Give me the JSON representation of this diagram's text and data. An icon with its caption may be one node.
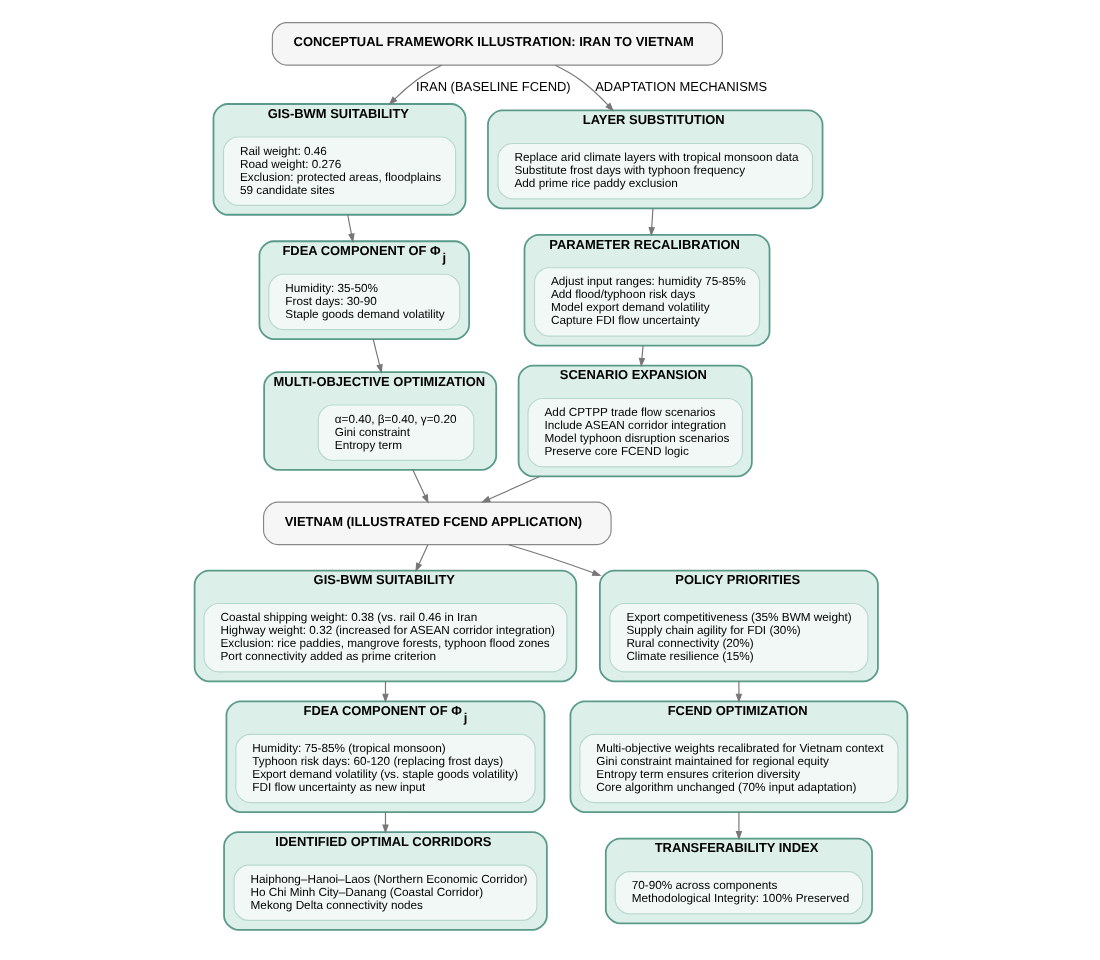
{
  "diagram": {
    "nodes": [
      {
        "text": [
          "CONCEPTUAL FRAMEWORK ILLUSTRATION: IRAN TO VIETNAM"
        ]
      },
      {
        "text": [
          "GIS-BWM SUITABILITY"
        ]
      },
      {
        "text": [
          "Rail weight: 0.46",
          "Road weight: 0.276",
          "Exclusion: protected areas, floodplains",
          "59 candidate sites"
        ],
        "in": 1
      },
      {
        "text": [
          "FDEA COMPONENT OF Φ$_{j}$"
        ]
      },
      {
        "text": [
          "Humidity: 35-50%",
          "Frost days: 30-90",
          "Staple goods demand volatility"
        ],
        "in": 3
      },
      {
        "text": [
          "MULTI-OBJECTIVE OPTIMIZATION"
        ]
      },
      {
        "text": [
          "α=0.40, β=0.40, γ=0.20",
          "Gini constraint",
          "Entropy term"
        ],
        "in": 5
      },
      {
        "text": [
          "LAYER SUBSTITUTION"
        ]
      },
      {
        "text": [
          "Replace arid climate layers with tropical monsoon data",
          "Substitute frost days with typhoon frequency",
          "Add prime rice paddy exclusion"
        ],
        "in": 7
      },
      {
        "text": [
          "PARAMETER RECALIBRATION"
        ]
      },
      {
        "text": [
          "Adjust input ranges: humidity 75-85%",
          "Add flood/typhoon risk days",
          "Model export demand volatility",
          "Capture FDI flow uncertainty"
        ],
        "in": 9
      },
      {
        "text": [
          "SCENARIO EXPANSION"
        ]
      },
      {
        "text": [
          "Add CPTPP trade flow scenarios",
          "Include ASEAN corridor integration",
          "Model typhoon disruption scenarios",
          "Preserve core FCEND logic"
        ],
        "in": 11
      },
      {
        "text": [
          "VIETNAM (ILLUSTRATED FCEND APPLICATION)"
        ]
      },
      {
        "text": [
          "GIS-BWM SUITABILITY"
        ]
      },
      {
        "text": [
          "Coastal shipping weight: 0.38 (vs. rail 0.46 in Iran",
          "Highway weight: 0.32 (increased for ASEAN corridor integration)",
          "Exclusion: rice paddies, mangrove forests, typhoon flood zones",
          "Port connectivity added as prime criterion"
        ],
        "in": 14
      },
      {
        "text": [
          "FDEA COMPONENT OF Φ$_{j}$"
        ]
      },
      {
        "text": [
          "Humidity: 75-85% (tropical monsoon)",
          "Typhoon risk days: 60-120 (replacing frost days)",
          "Export demand volatility (vs. staple goods volatility)",
          "FDI flow uncertainty as new input"
        ],
        "in": 16
      },
      {
        "text": [
          "IDENTIFIED OPTIMAL CORRIDORS"
        ]
      },
      {
        "text": [
          "Haiphong–Hanoi–Laos (Northern Economic Corridor)",
          "Ho Chi Minh City–Danang (Coastal Corridor)",
          "Mekong Delta connectivity nodes"
        ],
        "in": 18
      },
      {
        "text": [
          "POLICY PRIORITIES"
        ]
      },
      {
        "text": [
          "Export competitiveness (35% BWM weight)",
          "Supply chain agility for FDI (30%)",
          "Rural connectivity (20%)",
          "Climate resilience (15%)"
        ],
        "in": 20
      },
      {
        "text": [
          "FCEND OPTIMIZATION"
        ]
      },
      {
        "text": [
          "Multi-objective weights recalibrated for Vietnam context",
          "Gini constraint maintained for regional equity",
          "Entropy term ensures criterion diversity",
          "Core algorithm unchanged (70% input adaptation)"
        ],
        "in": 22
      },
      {
        "text": [
          "TRANSFERABILITY INDEX"
        ]
      },
      {
        "text": [
          "70-90% across components",
          "Methodological Integrity: 100% Preserved"
        ],
        "in": 24
      }
    ],
    "edges": [
      {
        "from": 0,
        "to": 1,
        "arrow": "to",
        "label": "IRAN (BASELINE FCEND)"
      },
      {
        "from": 0,
        "to": 7,
        "arrow": "to",
        "label": "ADAPTATION MECHANISMS"
      },
      {
        "from": 1,
        "to": 3,
        "arrow": "to"
      },
      {
        "from": 3,
        "to": 5,
        "arrow": "to"
      },
      {
        "from": 7,
        "to": 9,
        "arrow": "to"
      },
      {
        "from": 9,
        "to": 11,
        "arrow": "to"
      },
      {
        "from": 5,
        "to": 13,
        "arrow": "to"
      },
      {
        "from": 11,
        "to": 13,
        "arrow": "to"
      },
      {
        "from": 13,
        "to": 14,
        "arrow": "to"
      },
      {
        "from": 13,
        "to": 20,
        "arrow": "to"
      },
      {
        "from": 14,
        "to": 16,
        "arrow": "to"
      },
      {
        "from": 16,
        "to": 18,
        "arrow": "to"
      },
      {
        "from": 20,
        "to": 22,
        "arrow": "to"
      },
      {
        "from": 22,
        "to": 24,
        "arrow": "to"
      }
    ]
  }
}
